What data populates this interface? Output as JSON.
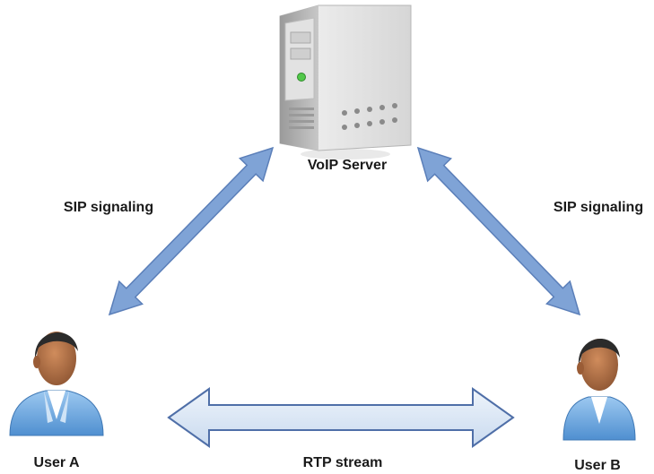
{
  "diagram": {
    "server": {
      "label": "VoIP Server",
      "icon": "server-tower-icon"
    },
    "users": [
      {
        "label": "User A",
        "icon": "user-person-icon"
      },
      {
        "label": "User B",
        "icon": "user-person-icon"
      }
    ],
    "links": {
      "sip_left": "SIP signaling",
      "sip_right": "SIP signaling",
      "rtp": "RTP stream"
    },
    "colors": {
      "arrow_fill": "#7fa3d6",
      "arrow_stroke": "#5b7fb9",
      "rtp_fill": "#dce8f5",
      "rtp_stroke": "#4f6fa8",
      "shirt": "#7fb2e6",
      "skin": "#b06f45",
      "hair": "#2b2b2b",
      "server_body": "#e6e6e6"
    }
  }
}
